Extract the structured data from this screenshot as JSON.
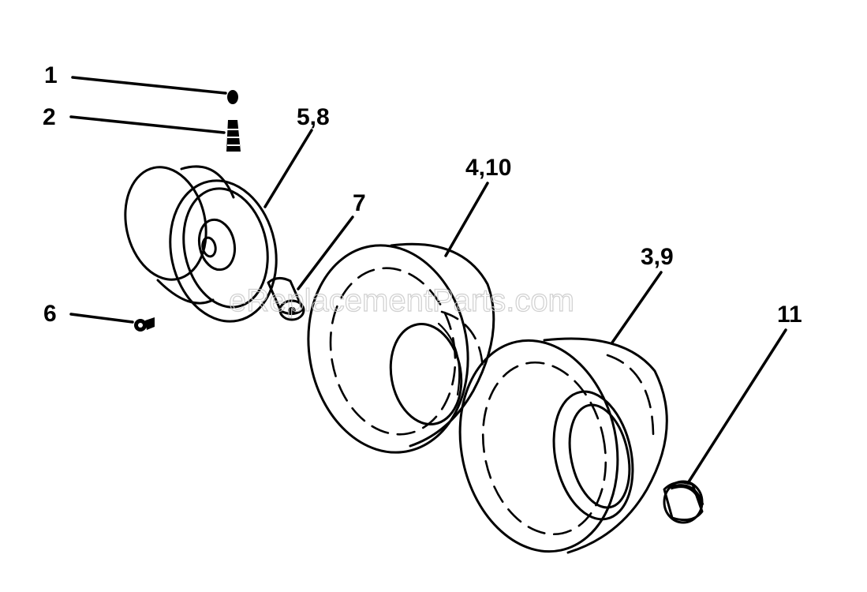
{
  "watermark": "eReplacementParts.com",
  "callouts": [
    "1",
    "2",
    "5,8",
    "7",
    "4,10",
    "3,9",
    "11",
    "6"
  ],
  "parts": [
    {
      "id": "part-1",
      "label": "1"
    },
    {
      "id": "part-2",
      "label": "2"
    },
    {
      "id": "part-5-8",
      "label": "5,8"
    },
    {
      "id": "part-7",
      "label": "7"
    },
    {
      "id": "part-4-10",
      "label": "4,10"
    },
    {
      "id": "part-3-9",
      "label": "3,9"
    },
    {
      "id": "part-11",
      "label": "11"
    },
    {
      "id": "part-6",
      "label": "6"
    }
  ],
  "colors": {
    "ink": "#000000",
    "watermark": "#c8c8c8",
    "background": "#ffffff"
  }
}
